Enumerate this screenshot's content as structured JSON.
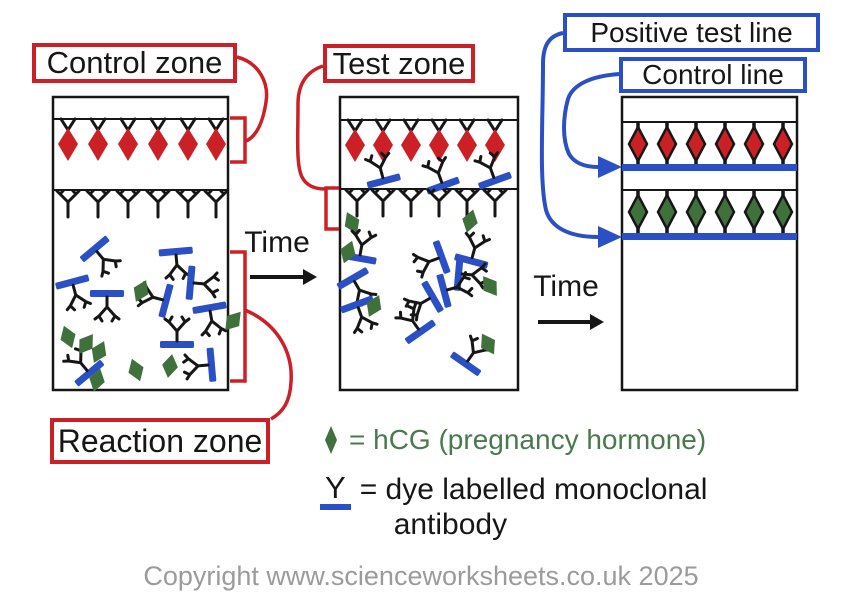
{
  "title": "Pregnancy test lateral flow diagram",
  "colors": {
    "red": "#cc2027",
    "blue": "#2b4fc4",
    "green": "#40703c",
    "green-text": "#48794f",
    "ink": "#161616",
    "gray": "#9b9b9b"
  },
  "labels": {
    "control_zone": "Control zone",
    "test_zone": "Test zone",
    "positive_test_line": "Positive test line",
    "control_line": "Control line",
    "reaction_zone": "Reaction zone",
    "time1": "Time",
    "time2": "Time"
  },
  "legend": {
    "hcg_symbol": "green-diamond-icon",
    "hcg_text": "= hCG (pregnancy hormone)",
    "antibody_symbol": "Y",
    "antibody_text_line1": "= dye labelled monoclonal",
    "antibody_text_line2": "antibody"
  },
  "footer": {
    "copyright": "Copyright www.scienceworksheets.co.uk 2025"
  },
  "diagram": {
    "strips": [
      {
        "stage": "start",
        "control_zone_bound_red_diamonds": 6,
        "test_zone_fixed_antibodies": 6,
        "reaction_zone_free_dye_antibodies": 11,
        "reaction_zone_free_hcg": 8
      },
      {
        "stage": "after time 1",
        "control_zone_bound_red_diamonds": 6,
        "free_dye_antibodies_near_control": 3,
        "test_zone_fixed_antibodies": 6,
        "test_zone_captured_hcg": 2,
        "reaction_zone_migrating_complexes": 10,
        "reaction_zone_free_hcg": 6
      },
      {
        "stage": "result",
        "control_line_red_diamonds": 6,
        "control_line_visible": true,
        "test_line_green_diamonds": 6,
        "test_line_visible": true
      }
    ]
  }
}
